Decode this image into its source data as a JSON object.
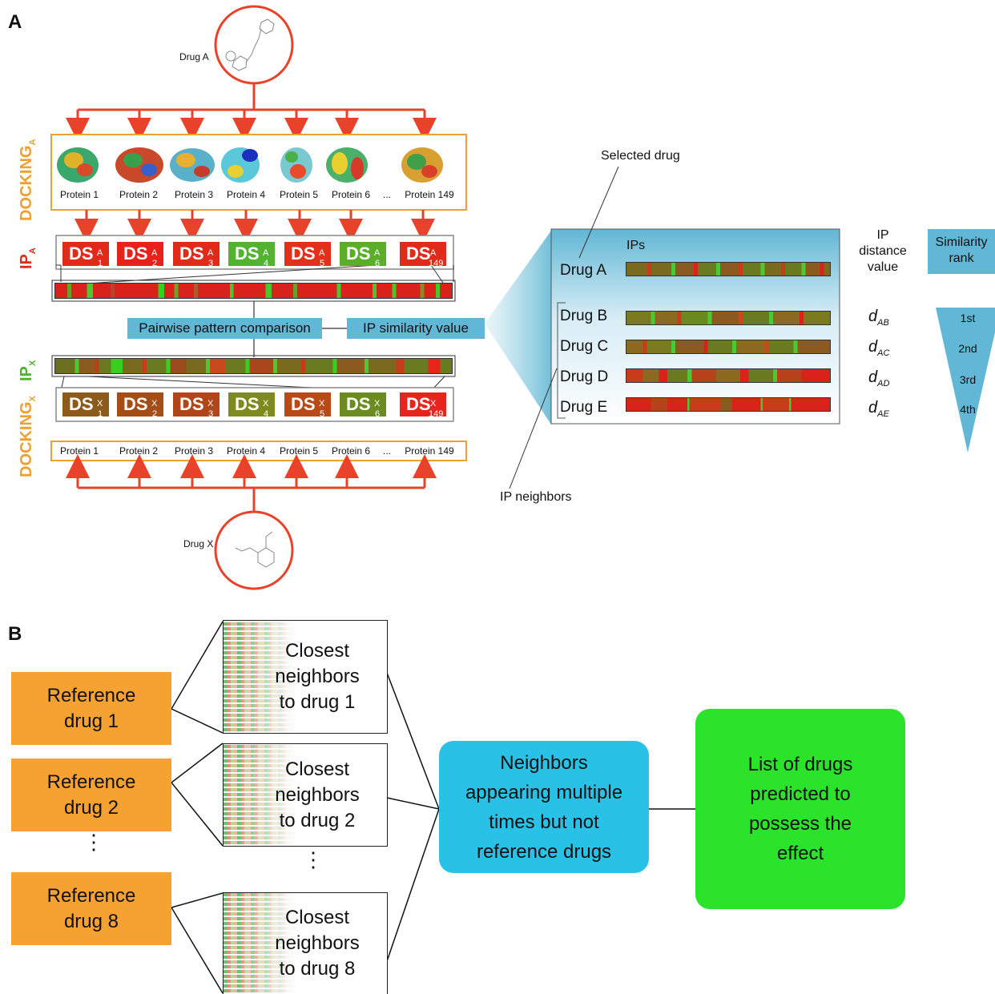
{
  "panel_a": {
    "letter": "A",
    "drug_a_label": "Drug A",
    "drug_x_label": "Drug X",
    "docking_a_label": "DOCKING",
    "docking_a_sub": "A",
    "docking_x_label": "DOCKING",
    "docking_x_sub": "X",
    "ip_a_label": "IP",
    "ip_a_sub": "A",
    "ip_x_label": "IP",
    "ip_x_sub": "X",
    "proteins": [
      "Protein 1",
      "Protein 2",
      "Protein 3",
      "Protein 4",
      "Protein 5",
      "Protein 6",
      "...",
      "Protein 149"
    ],
    "ds_a": [
      {
        "label": "DS",
        "sup": "A",
        "sub": "1",
        "color": "#e02a1a"
      },
      {
        "label": "DS",
        "sup": "A",
        "sub": "2",
        "color": "#e8211a"
      },
      {
        "label": "DS",
        "sup": "A",
        "sub": "3",
        "color": "#e02a1a"
      },
      {
        "label": "DS",
        "sup": "A",
        "sub": "4",
        "color": "#52b330"
      },
      {
        "label": "DS",
        "sup": "A",
        "sub": "5",
        "color": "#e3301b"
      },
      {
        "label": "DS",
        "sup": "A",
        "sub": "6",
        "color": "#5aae2a"
      },
      {
        "label": "DS",
        "sup": "A",
        "sub": "149",
        "color": "#e02a1a"
      }
    ],
    "ds_x": [
      {
        "label": "DS",
        "sup": "X",
        "sub": "1",
        "color": "#8e5a1c"
      },
      {
        "label": "DS",
        "sup": "X",
        "sub": "2",
        "color": "#a54d16"
      },
      {
        "label": "DS",
        "sup": "X",
        "sub": "3",
        "color": "#b0461a"
      },
      {
        "label": "DS",
        "sup": "X",
        "sub": "4",
        "color": "#7e8a1e"
      },
      {
        "label": "DS",
        "sup": "X",
        "sub": "5",
        "color": "#b84a18"
      },
      {
        "label": "DS",
        "sup": "X",
        "sub": "6",
        "color": "#6c8c22"
      },
      {
        "label": "DS",
        "sup": "X",
        "sub": "149",
        "color": "#e8251c"
      }
    ],
    "pairwise_label": "Pairwise pattern comparison",
    "ip_similarity_label": "IP similarity value",
    "selected_drug_label": "Selected drug",
    "ips_label": "IPs",
    "ip_neighbors_label": "IP neighbors",
    "ip_distance_label": [
      "IP",
      "distance",
      "value"
    ],
    "similarity_rank_label": [
      "Similarity",
      "rank"
    ],
    "drugs": [
      "Drug A",
      "Drug B",
      "Drug C",
      "Drug D",
      "Drug E"
    ],
    "distances": [
      {
        "d": "d",
        "sub": "AB"
      },
      {
        "d": "d",
        "sub": "AC"
      },
      {
        "d": "d",
        "sub": "AD"
      },
      {
        "d": "d",
        "sub": "AE"
      }
    ],
    "ranks": [
      "1st",
      "2nd",
      "3rd",
      "4th"
    ],
    "colors": {
      "arrow": "#e8432a",
      "docking_border": "#f0a030",
      "docking_text": "#f0a030",
      "ip_a_text": "#e02a1a",
      "ip_x_text": "#4fb22f",
      "blue": "#61b7d5"
    }
  },
  "panel_b": {
    "letter": "B",
    "references": [
      [
        "Reference",
        "drug 1"
      ],
      [
        "Reference",
        "drug 2"
      ],
      [
        "Reference",
        "drug 8"
      ]
    ],
    "closest": [
      [
        "Closest",
        "neighbors",
        "to drug 1"
      ],
      [
        "Closest",
        "neighbors",
        "to drug 2"
      ],
      [
        "Closest",
        "neighbors",
        "to drug 8"
      ]
    ],
    "ellipsis": "⋮",
    "neighbors_box": [
      "Neighbors",
      "appearing multiple",
      "times but not",
      "reference drugs"
    ],
    "result_box": [
      "List of drugs",
      "predicted to",
      "possess the",
      "effect"
    ],
    "colors": {
      "reference": "#f5a233",
      "neighbors": "#29c1e6",
      "result": "#2ae32a"
    }
  }
}
